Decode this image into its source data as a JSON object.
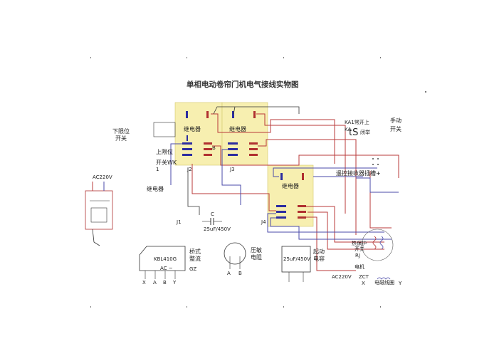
{
  "title": "单相电动卷帘门机电气接线实物图",
  "labels": {
    "lower_limit_1": "下限位",
    "lower_limit_2": "开关",
    "upper_limit": "上限位",
    "switch_wk": "开关WK",
    "switch_wk_num": "1",
    "relay_1": "继电器",
    "relay_2": "继电器",
    "relay_3": "继电器",
    "relay_4": "继电器",
    "j1": "J1",
    "j2": "J2",
    "j3": "J3",
    "j4": "J4",
    "b_mark": "B",
    "ac220v_left": "AC220V",
    "ka1_1": "KA1常开上",
    "ka1_2": "KA",
    "ts": "tS",
    "ts_suffix": "闭举",
    "manual_1": "手动",
    "manual_2": "开关",
    "remote": "遥控接收器插槽+",
    "cap_c": "C",
    "cap_small": "25uF/450V",
    "kbl": "KBL410G",
    "ac_dash": "AC ~",
    "bridge_1": "桥式",
    "bridge_2": "整流",
    "gz": "GZ",
    "x_label": "X",
    "a_label": "A",
    "b_label": "B",
    "y_label": "Y",
    "varistor_1": "压敏",
    "varistor_2": "电阻",
    "var_a": "A",
    "var_b": "B",
    "start_cap_value": "25uF/450V",
    "start_cap_1": "起动",
    "start_cap_2": "电容",
    "thermal_1": "热保护",
    "thermal_2": "开关",
    "rj": "RJ",
    "motor": "电机",
    "ac220v_right": "AC220V",
    "zct": "ZCT",
    "zct_x": "X",
    "brake": "电磁线圈",
    "y_right": "Y"
  }
}
